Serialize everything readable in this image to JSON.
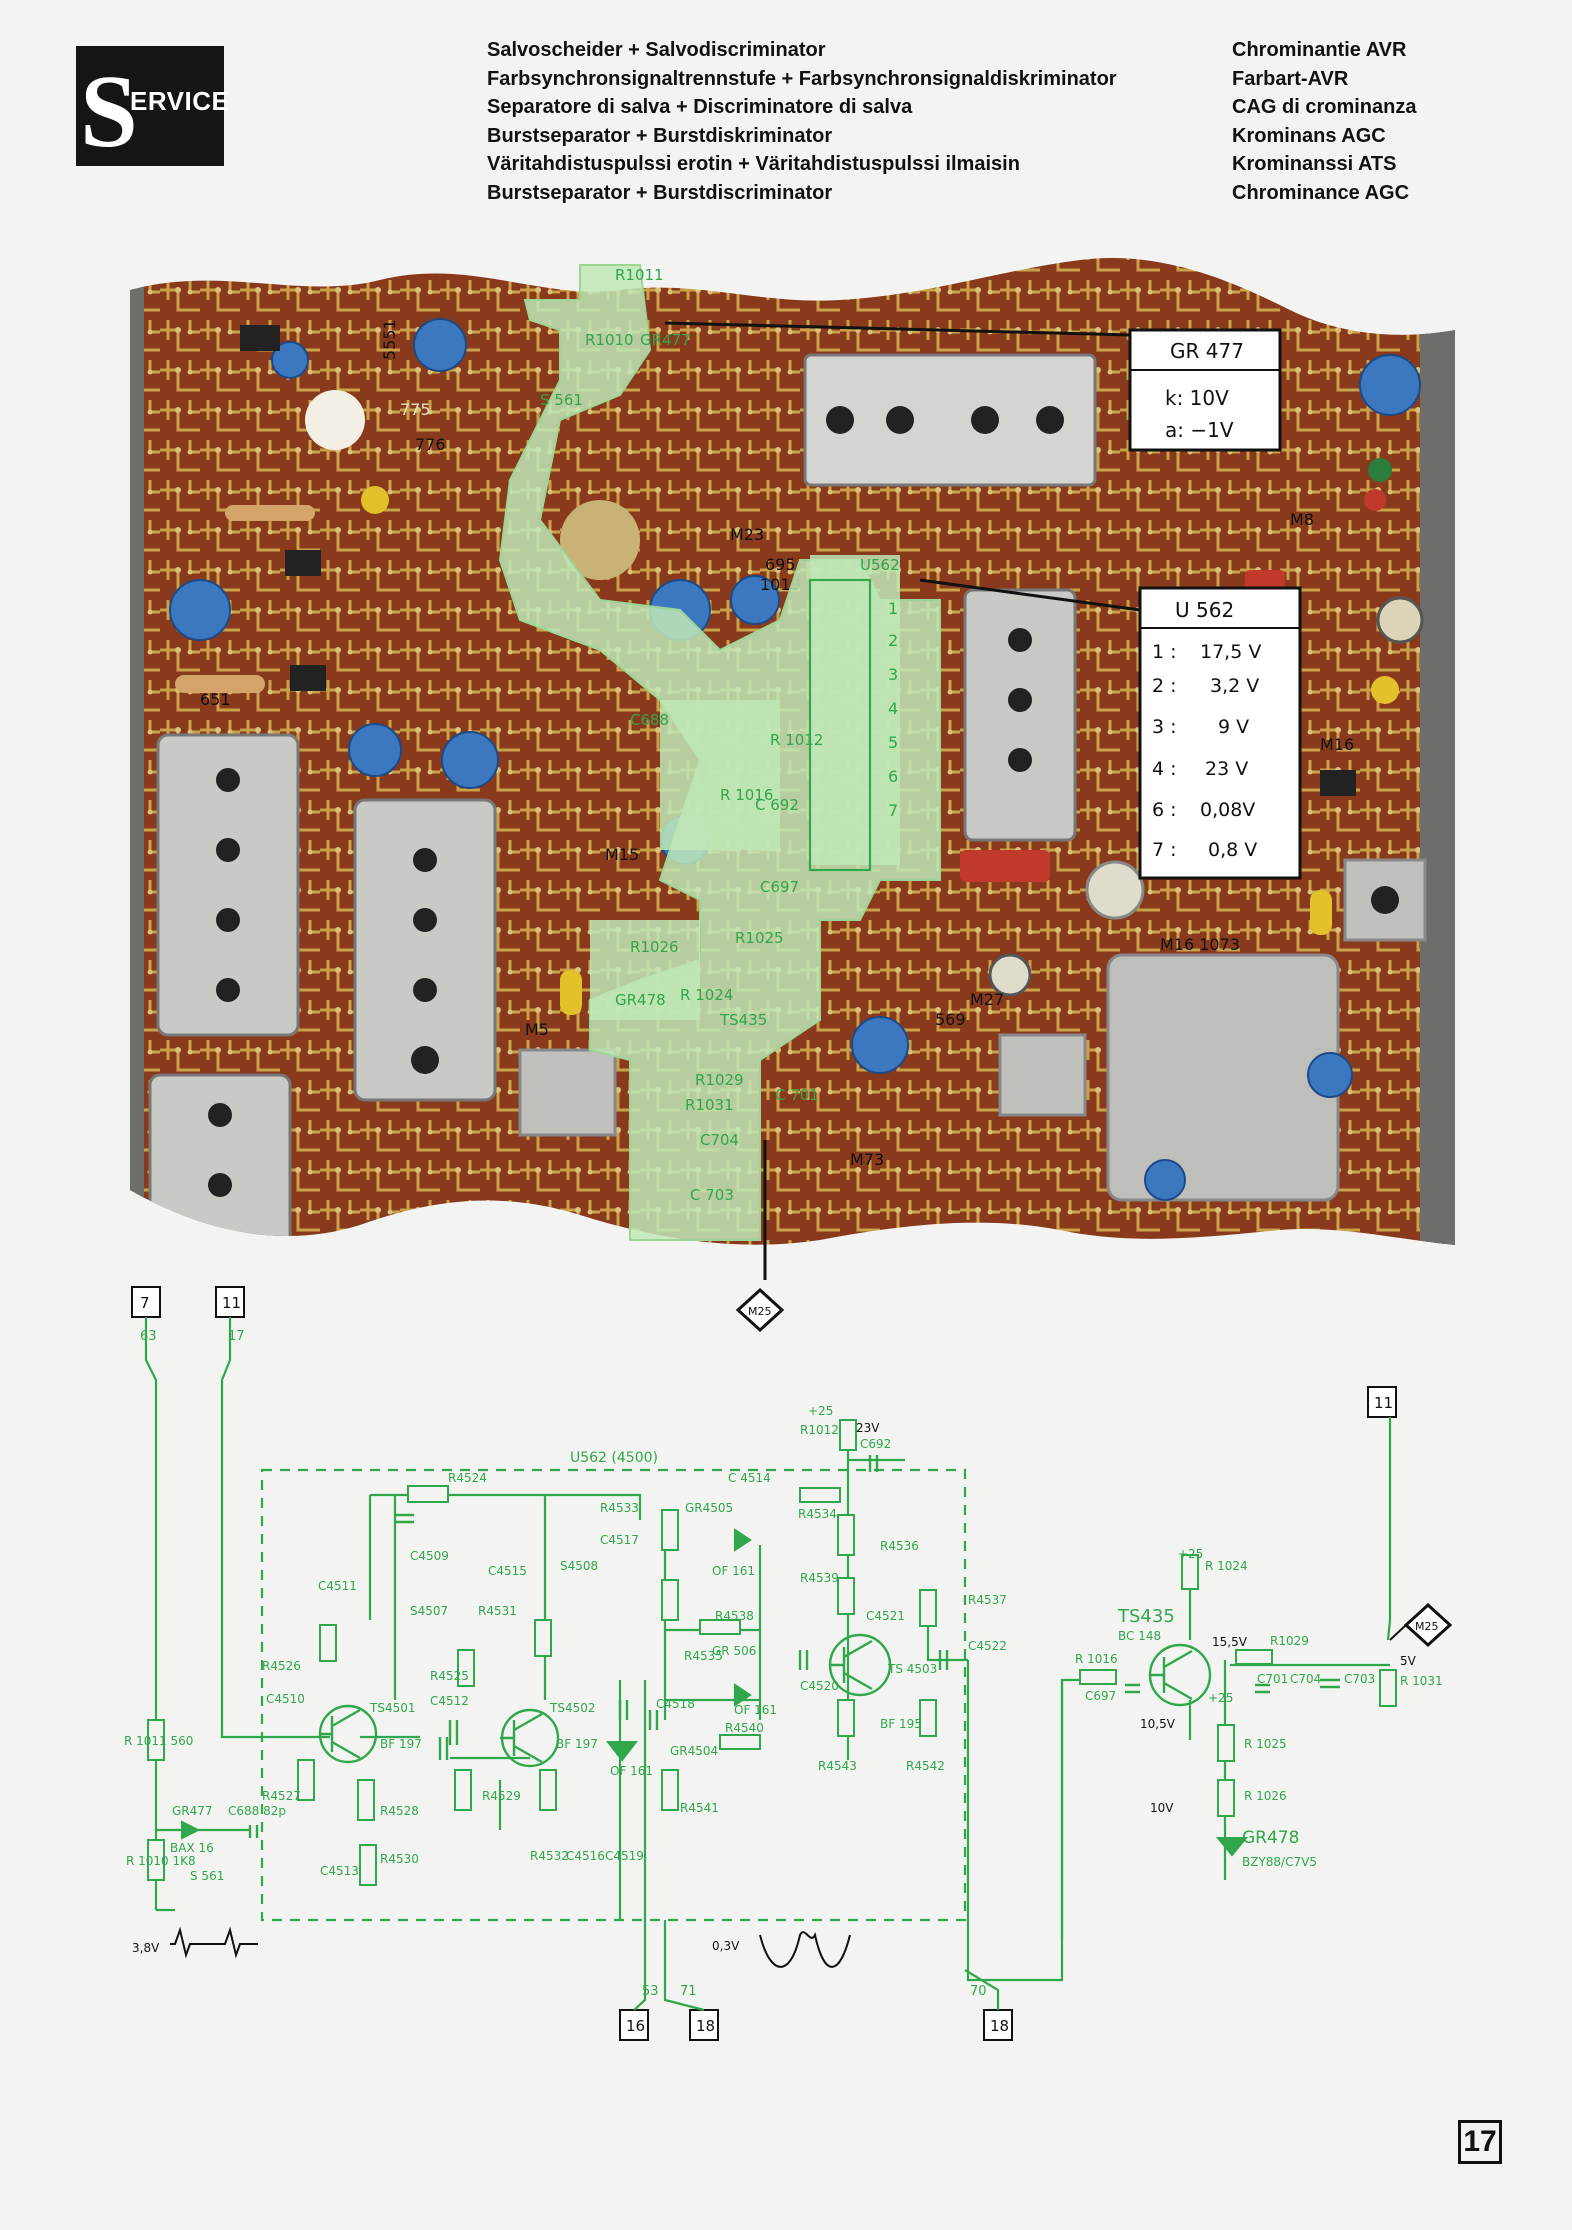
{
  "header": {
    "logo_initial": "S",
    "logo_rest": "ERVICE",
    "titles_left": [
      "Salvoscheider + Salvodiscriminator",
      "Farbsynchronsignaltrennstufe + Farbsynchronsignaldiskriminator",
      "Separatore di salva + Discriminatore di salva",
      "Burstseparator + Burstdiskriminator",
      "Väritahdistuspulssi erotin + Väritahdistuspulssi ilmaisin",
      "Burstseparator + Burstdiscriminator"
    ],
    "titles_right": [
      "Chrominantie AVR",
      "Farbart-AVR",
      "CAG di crominanza",
      "Krominans AGC",
      "Krominanssi ATS",
      "Chrominance AGC"
    ]
  },
  "board": {
    "gr477": {
      "title": "GR 477",
      "k": "k:  10V",
      "a": "a:  −1V"
    },
    "u562": {
      "title": "U 562",
      "rows": [
        {
          "pin": "1 :",
          "value": "17,5 V"
        },
        {
          "pin": "2 :",
          "value": "3,2 V"
        },
        {
          "pin": "3 :",
          "value": "9  V"
        },
        {
          "pin": "4 :",
          "value": "23  V"
        },
        {
          "pin": "6 :",
          "value": "0,08V"
        },
        {
          "pin": "7 :",
          "value": "0,8 V"
        }
      ]
    },
    "labels": [
      "R1011",
      "R1010",
      "GR477",
      "S 561",
      "U562",
      "C688",
      "R 1012",
      "R 1016",
      "C 692",
      "C697",
      "R1025",
      "R1026",
      "GR478",
      "R 1024",
      "TS435",
      "R1029",
      "R1031",
      "C 701",
      "C704",
      "C 703"
    ],
    "pin_numbers": [
      "1",
      "2",
      "3",
      "4",
      "5",
      "6",
      "7"
    ],
    "marker": "M25"
  },
  "schematic": {
    "connectors": [
      "7",
      "11",
      "11",
      "16",
      "18",
      "18"
    ],
    "connector_notes": [
      "63",
      "17",
      "53",
      "71",
      "70"
    ],
    "ic_label": "U562   (4500)",
    "left_labels": [
      "R 1011 560",
      "GR477",
      "BAX 16",
      "S 561",
      "R 1010 1K8",
      "C688 82p",
      "3,8V"
    ],
    "components": [
      "R4524",
      "C4509",
      "C4511",
      "S4507",
      "R4525",
      "C4515",
      "S4508",
      "R4531",
      "R4526",
      "C4510",
      "TS4501",
      "BF 197",
      "C4512",
      "TS4502",
      "BF 197",
      "R4527",
      "R4528",
      "R4529",
      "C4513",
      "R4530",
      "R4532",
      "C4516",
      "C4519",
      "R4533",
      "GR4505",
      "OF 161",
      "C4517",
      "R4538",
      "R4535",
      "GR 506",
      "OF 161",
      "R4540",
      "C4518",
      "GR4504",
      "OF 161",
      "R4541",
      "R4539",
      "C4521",
      "TS 4503",
      "BF 195",
      "C4520",
      "R4543",
      "R4542",
      "R4536",
      "R4537",
      "C4522",
      "C 4514",
      "R4534",
      "R1012",
      "C692"
    ],
    "scope_voltage": "0,3V",
    "right_components": [
      "TS435",
      "BC 148",
      "R 1024",
      "R 1016",
      "C697",
      "R1029",
      "C701",
      "C704",
      "C703",
      "R 1031",
      "R 1025",
      "R 1026",
      "GR478",
      "BZY88/C7V5"
    ],
    "voltages": [
      "+25",
      "23V",
      "+25",
      "15,5V",
      "10,5V",
      "+25",
      "10V",
      "5V"
    ],
    "marker": "M25"
  },
  "page_number": "17"
}
